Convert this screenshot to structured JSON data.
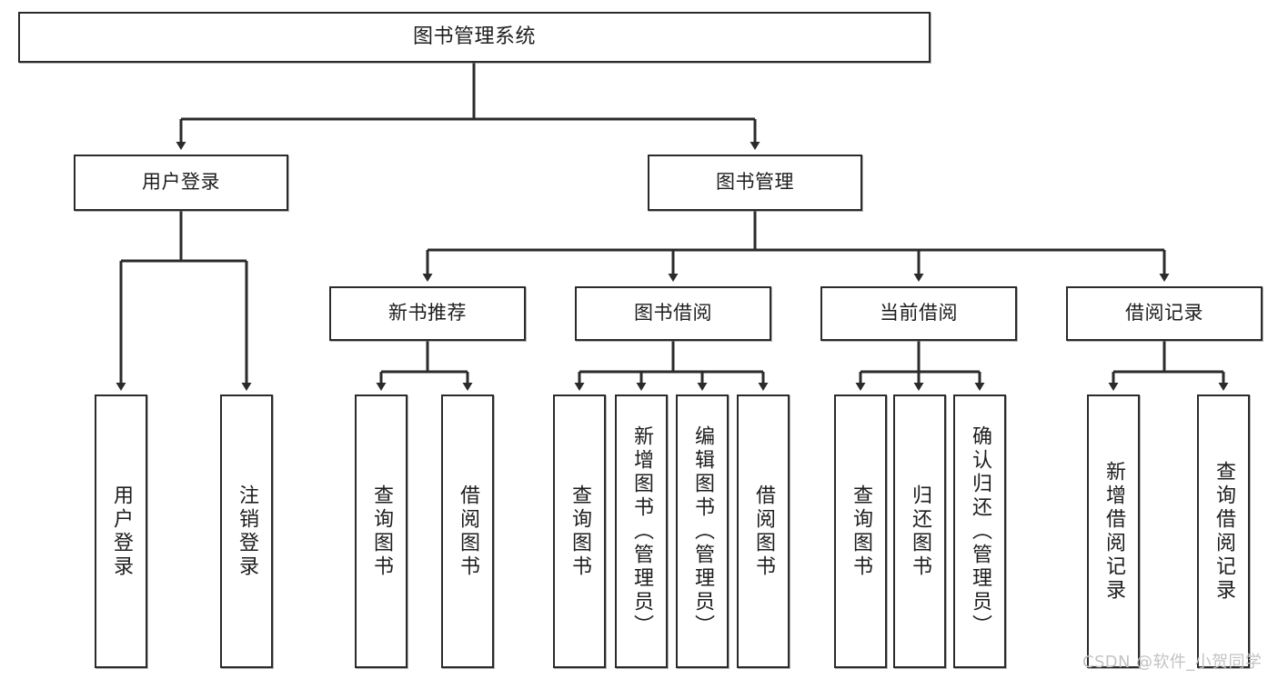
{
  "diagram": {
    "type": "tree",
    "title": "图书管理系统",
    "root": {
      "id": "root",
      "label": "图书管理系统"
    },
    "level2": [
      {
        "id": "user-login",
        "label": "用户登录"
      },
      {
        "id": "book-manage",
        "label": "图书管理"
      }
    ],
    "level3": [
      {
        "id": "new-book-recommend",
        "label": "新书推荐",
        "parent": "book-manage"
      },
      {
        "id": "book-borrow",
        "label": "图书借阅",
        "parent": "book-manage"
      },
      {
        "id": "current-borrow",
        "label": "当前借阅",
        "parent": "book-manage"
      },
      {
        "id": "borrow-record",
        "label": "借阅记录",
        "parent": "book-manage"
      }
    ],
    "leaves": [
      {
        "id": "leaf-user-login",
        "label": "用户登录",
        "parent": "user-login"
      },
      {
        "id": "leaf-logout-login",
        "label": "注销登录",
        "parent": "user-login"
      },
      {
        "id": "leaf-query-book-1",
        "label": "查询图书",
        "parent": "new-book-recommend"
      },
      {
        "id": "leaf-borrow-book-1",
        "label": "借阅图书",
        "parent": "new-book-recommend"
      },
      {
        "id": "leaf-query-book-2",
        "label": "查询图书",
        "parent": "book-borrow"
      },
      {
        "id": "leaf-add-book",
        "label": "新增图书（管理员）",
        "parent": "book-borrow"
      },
      {
        "id": "leaf-edit-book",
        "label": "编辑图书（管理员）",
        "parent": "book-borrow"
      },
      {
        "id": "leaf-borrow-book-2",
        "label": "借阅图书",
        "parent": "book-borrow"
      },
      {
        "id": "leaf-query-book-3",
        "label": "查询图书",
        "parent": "current-borrow"
      },
      {
        "id": "leaf-return-book",
        "label": "归还图书",
        "parent": "current-borrow"
      },
      {
        "id": "leaf-confirm-return",
        "label": "确认归还（管理员）",
        "parent": "current-borrow"
      },
      {
        "id": "leaf-add-record",
        "label": "新增借阅记录",
        "parent": "borrow-record"
      },
      {
        "id": "leaf-query-record",
        "label": "查询借阅记录",
        "parent": "borrow-record"
      }
    ],
    "colors": {
      "box_border": "#2b2b2b",
      "box_fill": "#ffffff",
      "connector": "#2b2b2b",
      "text": "#1d1d1d",
      "watermark": "#c3c3c3",
      "background": "#ffffff"
    }
  },
  "watermark": {
    "text": "CSDN @软件_小贺同学"
  }
}
